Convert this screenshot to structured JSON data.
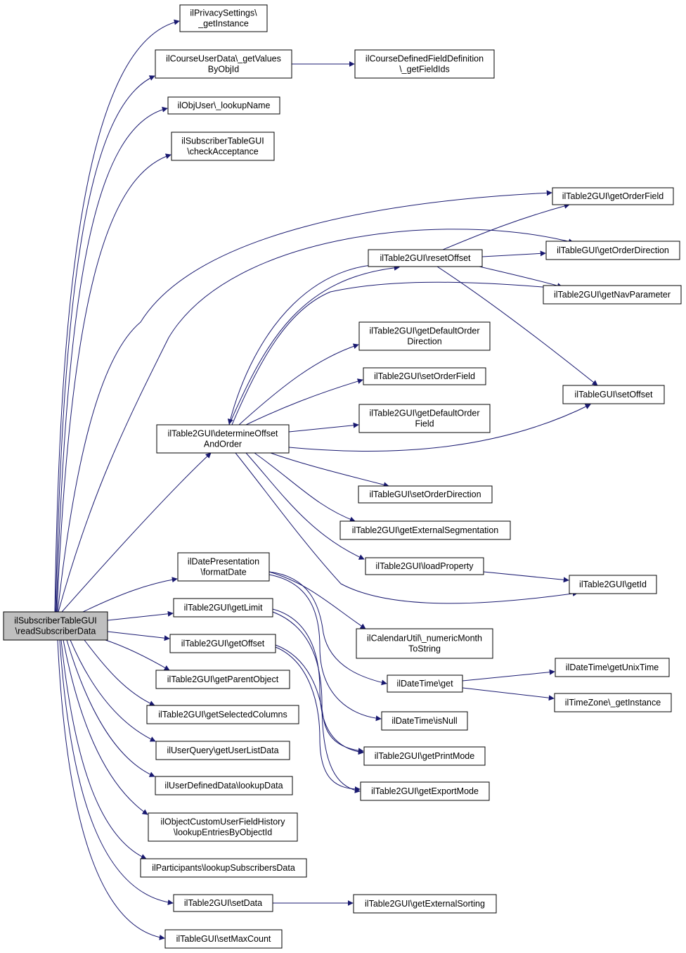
{
  "diagram": {
    "colors": {
      "edge": "#191970",
      "node_border": "#000000",
      "node_fill": "#ffffff",
      "root_fill": "#bfbfbf",
      "text": "#000000"
    },
    "nodes": [
      {
        "id": "root",
        "lines": [
          "ilSubscriberTableGUI",
          "\\readSubscriberData"
        ]
      },
      {
        "id": "privacy",
        "lines": [
          "ilPrivacySettings\\",
          "_getInstance"
        ]
      },
      {
        "id": "coursevalues",
        "lines": [
          "ilCourseUserData\\_getValues",
          "ByObjId"
        ]
      },
      {
        "id": "fieldids",
        "lines": [
          "ilCourseDefinedFieldDefinition",
          "\\_getFieldIds"
        ]
      },
      {
        "id": "lookupname",
        "lines": [
          "ilObjUser\\_lookupName"
        ]
      },
      {
        "id": "checkacc",
        "lines": [
          "ilSubscriberTableGUI",
          "\\checkAcceptance"
        ]
      },
      {
        "id": "getorderfield",
        "lines": [
          "ilTable2GUI\\getOrderField"
        ]
      },
      {
        "id": "resetoffset",
        "lines": [
          "ilTable2GUI\\resetOffset"
        ]
      },
      {
        "id": "getorderdir",
        "lines": [
          "ilTableGUI\\getOrderDirection"
        ]
      },
      {
        "id": "getnavparam",
        "lines": [
          "ilTable2GUI\\getNavParameter"
        ]
      },
      {
        "id": "defaultorderdir",
        "lines": [
          "ilTable2GUI\\getDefaultOrder",
          "Direction"
        ]
      },
      {
        "id": "setorderfield",
        "lines": [
          "ilTable2GUI\\setOrderField"
        ]
      },
      {
        "id": "setoffset",
        "lines": [
          "ilTableGUI\\setOffset"
        ]
      },
      {
        "id": "determine",
        "lines": [
          "ilTable2GUI\\determineOffset",
          "AndOrder"
        ]
      },
      {
        "id": "defaultorderfield",
        "lines": [
          "ilTable2GUI\\getDefaultOrder",
          "Field"
        ]
      },
      {
        "id": "setorderdir",
        "lines": [
          "ilTableGUI\\setOrderDirection"
        ]
      },
      {
        "id": "extseg",
        "lines": [
          "ilTable2GUI\\getExternalSegmentation"
        ]
      },
      {
        "id": "loadprop",
        "lines": [
          "ilTable2GUI\\loadProperty"
        ]
      },
      {
        "id": "getid",
        "lines": [
          "ilTable2GUI\\getId"
        ]
      },
      {
        "id": "datepres",
        "lines": [
          "ilDatePresentation",
          "\\formatDate"
        ]
      },
      {
        "id": "getlimit",
        "lines": [
          "ilTable2GUI\\getLimit"
        ]
      },
      {
        "id": "getoffset",
        "lines": [
          "ilTable2GUI\\getOffset"
        ]
      },
      {
        "id": "calutil",
        "lines": [
          "ilCalendarUtil\\_numericMonth",
          "ToString"
        ]
      },
      {
        "id": "datetimeget",
        "lines": [
          "ilDateTime\\get"
        ]
      },
      {
        "id": "unixtime",
        "lines": [
          "ilDateTime\\getUnixTime"
        ]
      },
      {
        "id": "tzinst",
        "lines": [
          "ilTimeZone\\_getInstance"
        ]
      },
      {
        "id": "parentobj",
        "lines": [
          "ilTable2GUI\\getParentObject"
        ]
      },
      {
        "id": "selcols",
        "lines": [
          "ilTable2GUI\\getSelectedColumns"
        ]
      },
      {
        "id": "isnull",
        "lines": [
          "ilDateTime\\isNull"
        ]
      },
      {
        "id": "userlist",
        "lines": [
          "ilUserQuery\\getUserListData"
        ]
      },
      {
        "id": "printmode",
        "lines": [
          "ilTable2GUI\\getPrintMode"
        ]
      },
      {
        "id": "udflookup",
        "lines": [
          "ilUserDefinedData\\lookupData"
        ]
      },
      {
        "id": "exportmode",
        "lines": [
          "ilTable2GUI\\getExportMode"
        ]
      },
      {
        "id": "cufhist",
        "lines": [
          "ilObjectCustomUserFieldHistory",
          "\\lookupEntriesByObjectId"
        ]
      },
      {
        "id": "partsubs",
        "lines": [
          "ilParticipants\\lookupSubscribersData"
        ]
      },
      {
        "id": "setdata",
        "lines": [
          "ilTable2GUI\\setData"
        ]
      },
      {
        "id": "extsort",
        "lines": [
          "ilTable2GUI\\getExternalSorting"
        ]
      },
      {
        "id": "setmaxcount",
        "lines": [
          "ilTableGUI\\setMaxCount"
        ]
      }
    ],
    "edges": [
      [
        "root",
        "privacy"
      ],
      [
        "root",
        "coursevalues"
      ],
      [
        "coursevalues",
        "fieldids"
      ],
      [
        "root",
        "lookupname"
      ],
      [
        "root",
        "checkacc"
      ],
      [
        "root",
        "getorderfield"
      ],
      [
        "root",
        "getorderdir"
      ],
      [
        "root",
        "determine"
      ],
      [
        "root",
        "datepres"
      ],
      [
        "root",
        "getlimit"
      ],
      [
        "root",
        "getoffset"
      ],
      [
        "root",
        "parentobj"
      ],
      [
        "root",
        "selcols"
      ],
      [
        "root",
        "userlist"
      ],
      [
        "root",
        "udflookup"
      ],
      [
        "root",
        "cufhist"
      ],
      [
        "root",
        "partsubs"
      ],
      [
        "root",
        "setdata"
      ],
      [
        "root",
        "setmaxcount"
      ],
      [
        "determine",
        "resetoffset"
      ],
      [
        "determine",
        "getnavparam"
      ],
      [
        "determine",
        "defaultorderdir"
      ],
      [
        "determine",
        "setorderfield"
      ],
      [
        "determine",
        "defaultorderfield"
      ],
      [
        "determine",
        "setoffset"
      ],
      [
        "determine",
        "setorderdir"
      ],
      [
        "determine",
        "extseg"
      ],
      [
        "determine",
        "loadprop"
      ],
      [
        "determine",
        "getid"
      ],
      [
        "resetoffset",
        "getorderfield"
      ],
      [
        "resetoffset",
        "getorderdir"
      ],
      [
        "resetoffset",
        "getnavparam"
      ],
      [
        "resetoffset",
        "setoffset"
      ],
      [
        "resetoffset",
        "determine"
      ],
      [
        "loadprop",
        "getid"
      ],
      [
        "datepres",
        "calutil"
      ],
      [
        "datepres",
        "datetimeget"
      ],
      [
        "datepres",
        "isnull"
      ],
      [
        "datetimeget",
        "unixtime"
      ],
      [
        "datetimeget",
        "tzinst"
      ],
      [
        "getlimit",
        "printmode"
      ],
      [
        "getlimit",
        "exportmode"
      ],
      [
        "getoffset",
        "printmode"
      ],
      [
        "getoffset",
        "exportmode"
      ],
      [
        "setdata",
        "extsort"
      ]
    ]
  }
}
